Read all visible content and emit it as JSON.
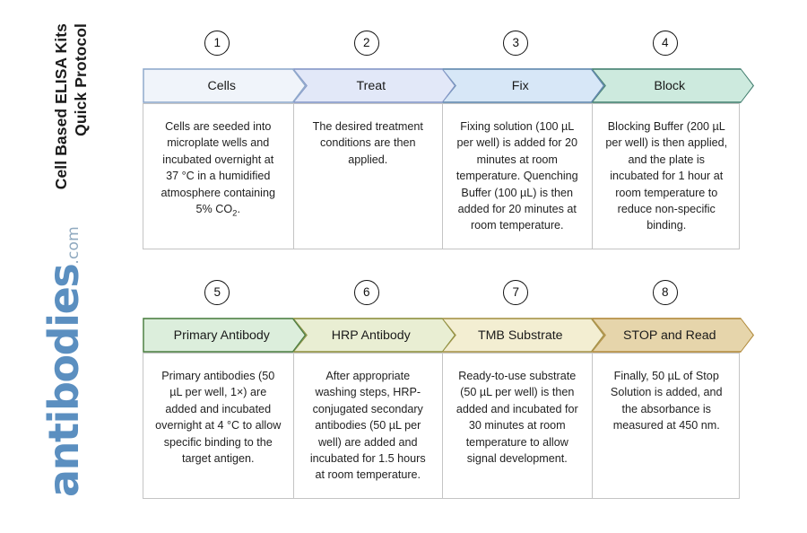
{
  "page": {
    "title": "Cell Based ELISA Kits Quick Protocol",
    "title_line_1": "Cell Based ELISA Kits",
    "title_line_2": "Quick Protocol",
    "background": "#ffffff"
  },
  "logo": {
    "word": "antibodies",
    "suffix": ".com",
    "color": "#5b8fc0",
    "suffix_color": "#8fa9bf"
  },
  "colors": {
    "body_border": "#c4c4c4",
    "text": "#1f1f1f",
    "badge_border": "#111111"
  },
  "rows": [
    {
      "id": "row-1",
      "steps": [
        {
          "number": "1",
          "label": "Cells",
          "fill": "#f0f4fa",
          "stroke": "#8ba6c9",
          "body": "Cells are seeded into microplate wells and incubated overnight at 37 °C in a humidified atmosphere containing 5% CO₂."
        },
        {
          "number": "2",
          "label": "Treat",
          "fill": "#e2e8f8",
          "stroke": "#7f93c4",
          "body": "The desired treatment conditions are then applied."
        },
        {
          "number": "3",
          "label": "Fix",
          "fill": "#d7e7f7",
          "stroke": "#5b83a8",
          "body": "Fixing solution (100 µL per well) is added for 20 minutes at room temperature. Quenching Buffer (100 µL) is then added for 20 minutes at room temperature."
        },
        {
          "number": "4",
          "label": "Block",
          "fill": "#cdeade",
          "stroke": "#3f7a6b",
          "body": "Blocking Buffer (200 µL per well) is then applied, and the plate is incubated for 1 hour at room temperature to reduce non-specific binding."
        }
      ]
    },
    {
      "id": "row-2",
      "steps": [
        {
          "number": "5",
          "label": "Primary Antibody",
          "fill": "#dceedc",
          "stroke": "#4a7c3f",
          "body": "Primary antibodies (50 µL per well, 1×) are added and incubated overnight at 4 °C to allow specific binding to the target antigen."
        },
        {
          "number": "6",
          "label": "HRP Antibody",
          "fill": "#e9eed3",
          "stroke": "#8b8c3a",
          "body": "After appropriate washing steps, HRP-conjugated secondary antibodies (50 µL per well) are added and incubated for 1.5 hours at room temperature."
        },
        {
          "number": "7",
          "label": "TMB Substrate",
          "fill": "#f3eed2",
          "stroke": "#a38f45",
          "body": "Ready-to-use substrate (50 µL per well) is then added and incubated for 30 minutes at room temperature to allow signal development."
        },
        {
          "number": "8",
          "label": "STOP and Read",
          "fill": "#e6d5ab",
          "stroke": "#b08a3c",
          "body": "Finally, 50 µL of Stop Solution is added, and the absorbance is measured at 450 nm."
        }
      ]
    }
  ]
}
